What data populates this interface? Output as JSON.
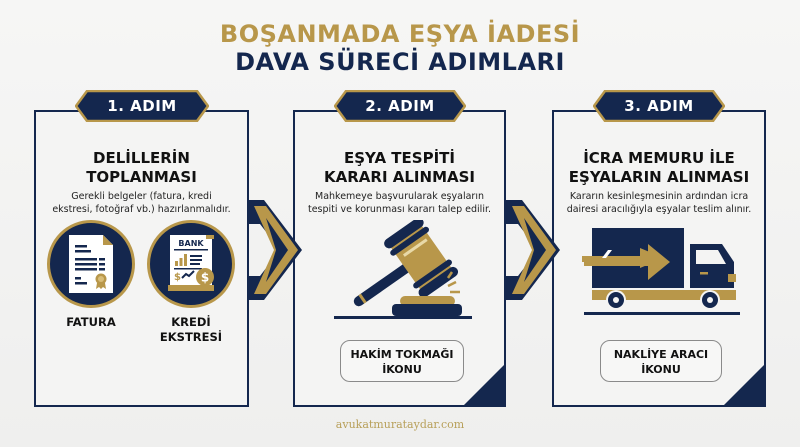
{
  "title": {
    "line1": "BOŞANMADA EŞYA İADESİ",
    "line2": "DAVA SÜRECİ ADIMLARI"
  },
  "colors": {
    "navy": "#14274e",
    "gold": "#b8974a",
    "background": "#f2f2f1"
  },
  "steps": [
    {
      "badge": "1. ADIM",
      "heading_line1": "DELİLLERİN",
      "heading_line2": "TOPLANMASI",
      "desc_line1": "Gerekli belgeler (fatura, kredi",
      "desc_line2": "ekstresi, fotoğraf vb.) hazırlanmalıdır.",
      "icons": [
        {
          "name": "invoice-document-icon",
          "label_line1": "FATURA",
          "label_line2": ""
        },
        {
          "name": "bank-statement-icon",
          "label_line1": "KREDİ",
          "label_line2": "EKSTRESİ",
          "bank_text": "BANK"
        }
      ]
    },
    {
      "badge": "2. ADIM",
      "heading_line1": "EŞYA TESPİTİ",
      "heading_line2": "KARARI ALINMASI",
      "desc_line1": "Mahkemeye başvurularak eşyaların",
      "desc_line2": "tespiti ve korunması kararı talep edilir.",
      "icon": "gavel-icon",
      "pill_line1": "HAKİM TOKMAĞI",
      "pill_line2": "İKONU"
    },
    {
      "badge": "3. ADIM",
      "heading_line1": "İCRA MEMURU İLE",
      "heading_line2": "EŞYALARIN ALINMASI",
      "desc_line1": "Kararın kesinleşmesinin ardından icra",
      "desc_line2": "dairesi aracılığıyla eşyalar teslim alınır.",
      "icon": "delivery-truck-icon",
      "pill_line1": "NAKLİYE ARACI",
      "pill_line2": "İKONU"
    }
  ],
  "footer": {
    "website": "avukatmurataydar.com"
  }
}
